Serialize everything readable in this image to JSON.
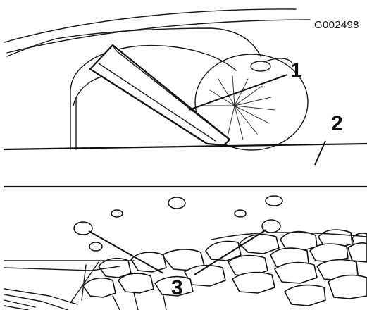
{
  "figure": {
    "id_code": "G002498",
    "callouts": [
      {
        "number": "1"
      },
      {
        "number": "2"
      },
      {
        "number": "3"
      }
    ]
  }
}
